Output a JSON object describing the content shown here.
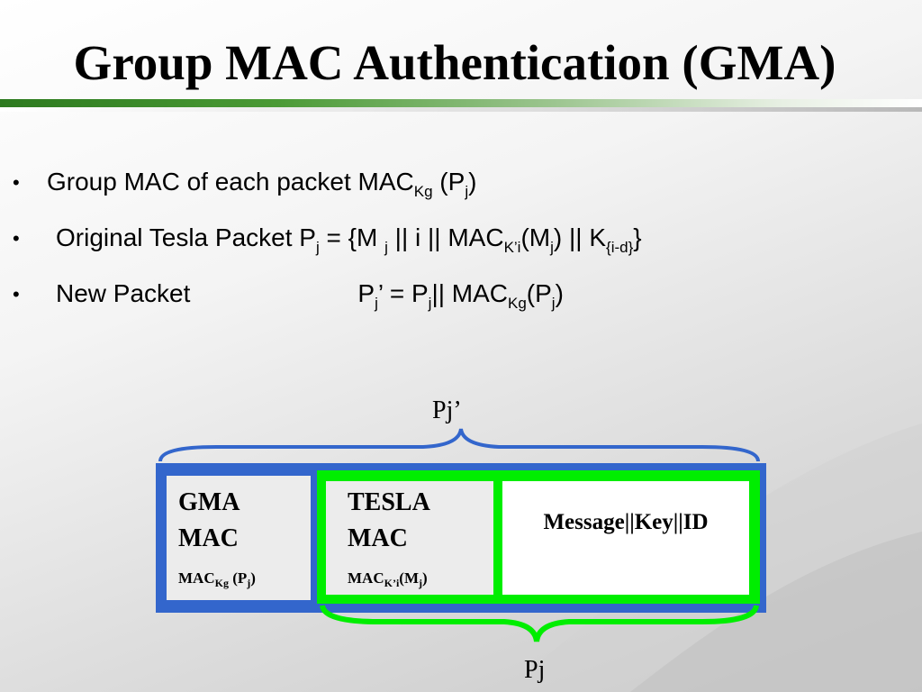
{
  "slide": {
    "title": "Group MAC Authentication (GMA)"
  },
  "bullets": [
    {
      "marker": "•",
      "lead": "Group MAC of each packet MAC",
      "sub1": "Kg",
      "mid": " (P",
      "sub2": "j",
      "tail": ")"
    },
    {
      "marker": "•",
      "text1": "Original Tesla Packet P",
      "sub1": "j",
      "text2": " = {M ",
      "sub2": "j",
      "text3": " || i || MAC",
      "sub3": "K’i",
      "text4": "(M",
      "sub4": "j",
      "text5": ") || K",
      "sub5": "{i-d}",
      "text6": "}"
    },
    {
      "marker": "•",
      "label": "New Packet",
      "text1": "P",
      "sub1": "j",
      "sup1": "’",
      "text2": " = P",
      "sub2": "j",
      "text3": "|| MAC",
      "sub3": "Kg",
      "text4": "(P",
      "sub4": "j",
      "text5": ")"
    }
  ],
  "diagram": {
    "top_brace_label": "Pj’",
    "bottom_brace_label": "Pj",
    "gma_cell": {
      "line1": "GMA",
      "line2": "MAC",
      "formula_main": "MAC",
      "formula_sub": "Kg",
      "formula_mid": " (P",
      "formula_sub2": "j",
      "formula_tail": ")"
    },
    "tesla_cell": {
      "line1": "TESLA",
      "line2": "MAC",
      "formula_main": "MAC",
      "formula_sub": "K’i",
      "formula_mid": "(M",
      "formula_sub2": "j",
      "formula_tail": ")"
    },
    "message_cell": {
      "text": "Message||Key||ID"
    },
    "colors": {
      "outer_blue": "#3366cc",
      "inner_green": "#00ee00",
      "cell_bg": "#ececec"
    }
  }
}
